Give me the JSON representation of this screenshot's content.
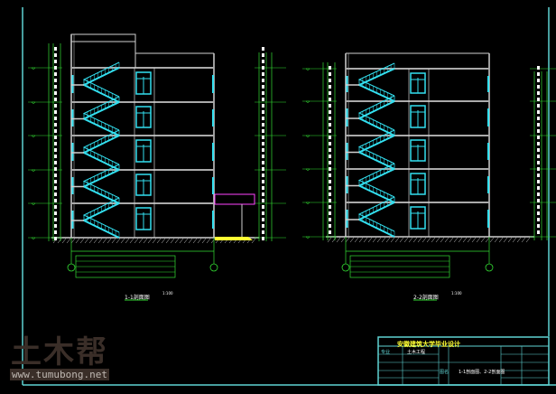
{
  "colors": {
    "background": "#000000",
    "frame": "#5fd3d3",
    "wall": "#d0d0d0",
    "stair": "#33e0f0",
    "dimension": "#33dd33",
    "canopy": "#ff44ff",
    "ramp": "#ffff33",
    "title": "#ffff33"
  },
  "sections": [
    {
      "label": "1-1剖面图",
      "scale": "1:100"
    },
    {
      "label": "2-2剖面图",
      "scale": "1:100"
    }
  ],
  "watermark": {
    "logo": "土木帮",
    "url": "www.tumubong.net"
  },
  "title_block": {
    "title": "安徽建筑大学毕业设计",
    "major_label": "专业",
    "major": "土木工程",
    "drawing_label": "图名",
    "drawing": "1-1剖面图、2-2剖面图"
  }
}
